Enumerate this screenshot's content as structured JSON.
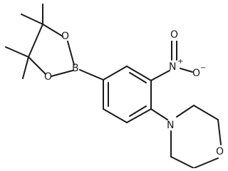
{
  "structure": {
    "atom_labels": {
      "boron": "B",
      "boronate_oxygen_top": "O",
      "boronate_oxygen_bottom": "O",
      "nitro_nitrogen": "N",
      "nitro_oxygen_top": "O",
      "nitro_oxygen_right": "O",
      "morpholine_nitrogen": "N",
      "morpholine_oxygen": "O"
    },
    "charges": {
      "nitro_nitrogen": "+",
      "nitro_oxygen_right": "−"
    }
  }
}
